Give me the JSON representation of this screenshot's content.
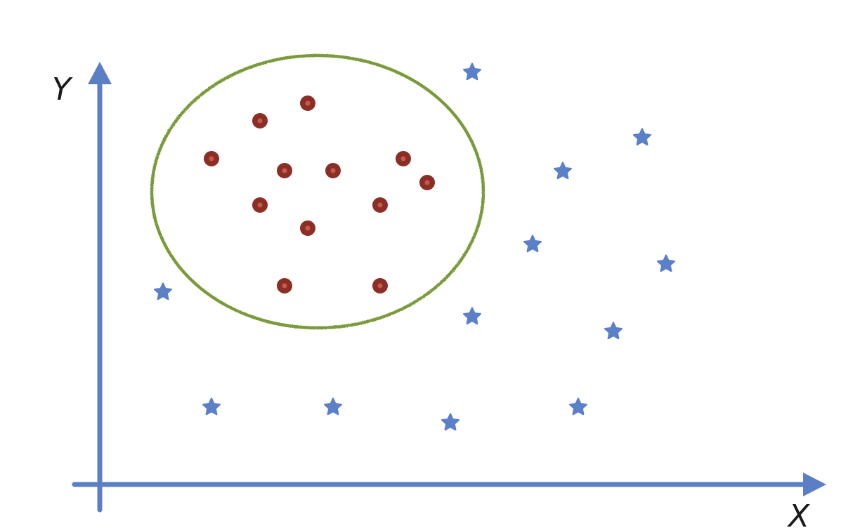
{
  "labels": {
    "y_axis": "Y",
    "x_axis": "X"
  },
  "colors": {
    "axis": "#5b7fc4",
    "boundary": "#7a9a3a",
    "circle_class": "#8b2e25",
    "circle_highlight": "#c65a4d",
    "star_class": "#5b80c8"
  },
  "chart_data": {
    "type": "scatter",
    "series": [
      {
        "marker": "circle",
        "points": [
          [
            438,
            147
          ],
          [
            370,
            172
          ],
          [
            301,
            226
          ],
          [
            405,
            243
          ],
          [
            474,
            243
          ],
          [
            574,
            226
          ],
          [
            608,
            260
          ],
          [
            370,
            292
          ],
          [
            541,
            292
          ],
          [
            438,
            325
          ],
          [
            405,
            407
          ],
          [
            541,
            407
          ]
        ]
      },
      {
        "marker": "star",
        "points": [
          [
            672,
            103
          ],
          [
            914,
            196
          ],
          [
            801,
            244
          ],
          [
            758,
            348
          ],
          [
            948,
            376
          ],
          [
            232,
            416
          ],
          [
            672,
            451
          ],
          [
            873,
            472
          ],
          [
            301,
            580
          ],
          [
            474,
            580
          ],
          [
            823,
            580
          ],
          [
            641,
            602
          ]
        ]
      }
    ]
  }
}
